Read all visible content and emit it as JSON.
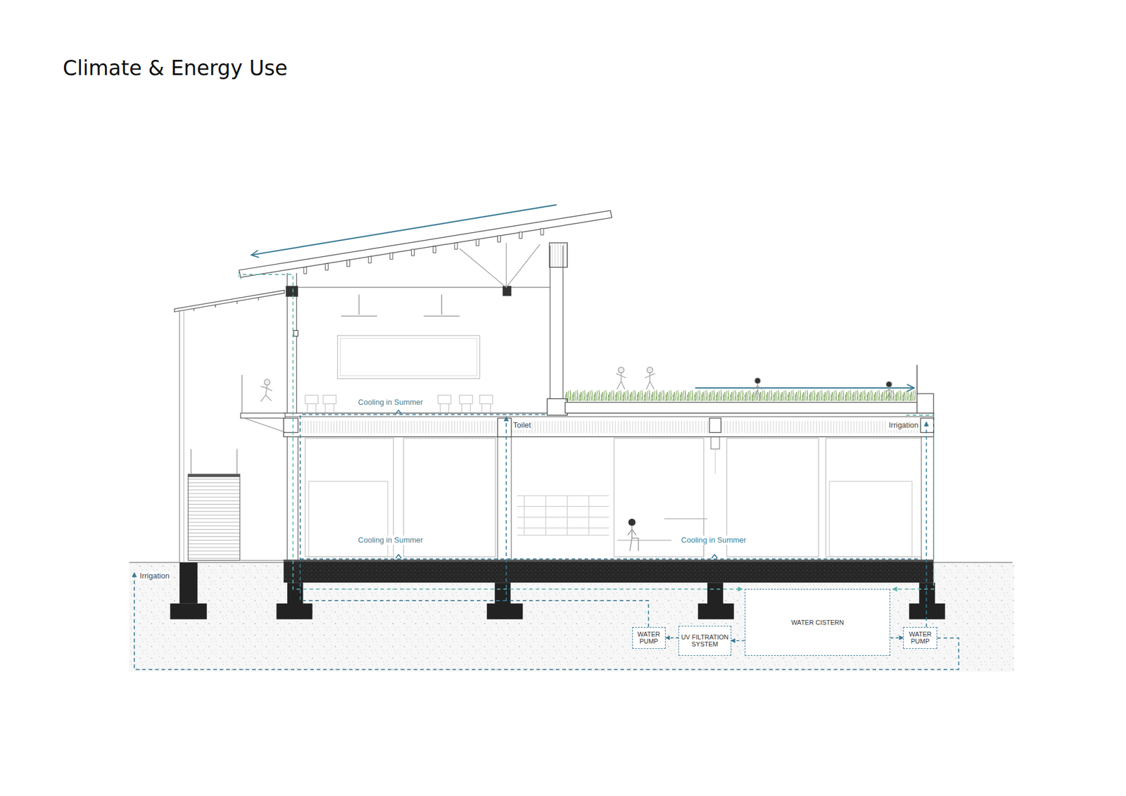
{
  "diagram": {
    "title": "Climate & Energy Use",
    "nodes": [
      {
        "text": [
          "WATER PUMP"
        ]
      },
      {
        "text": [
          "UV FILTRATION SYSTEM"
        ]
      },
      {
        "text": [
          "WATER CISTERN"
        ]
      },
      {
        "text": [
          "WATER PUMP"
        ]
      }
    ],
    "edges": [
      {
        "from": 2,
        "to": 1,
        "arrow": "to"
      },
      {
        "from": 1,
        "to": 0,
        "arrow": "to"
      },
      {
        "from": 2,
        "to": 3,
        "arrow": "to"
      }
    ],
    "labels": [
      "Cooling in Summer",
      "Toilet",
      "Irrigation",
      "Cooling in Summer",
      "Cooling in Summer",
      "Irrigation"
    ]
  }
}
